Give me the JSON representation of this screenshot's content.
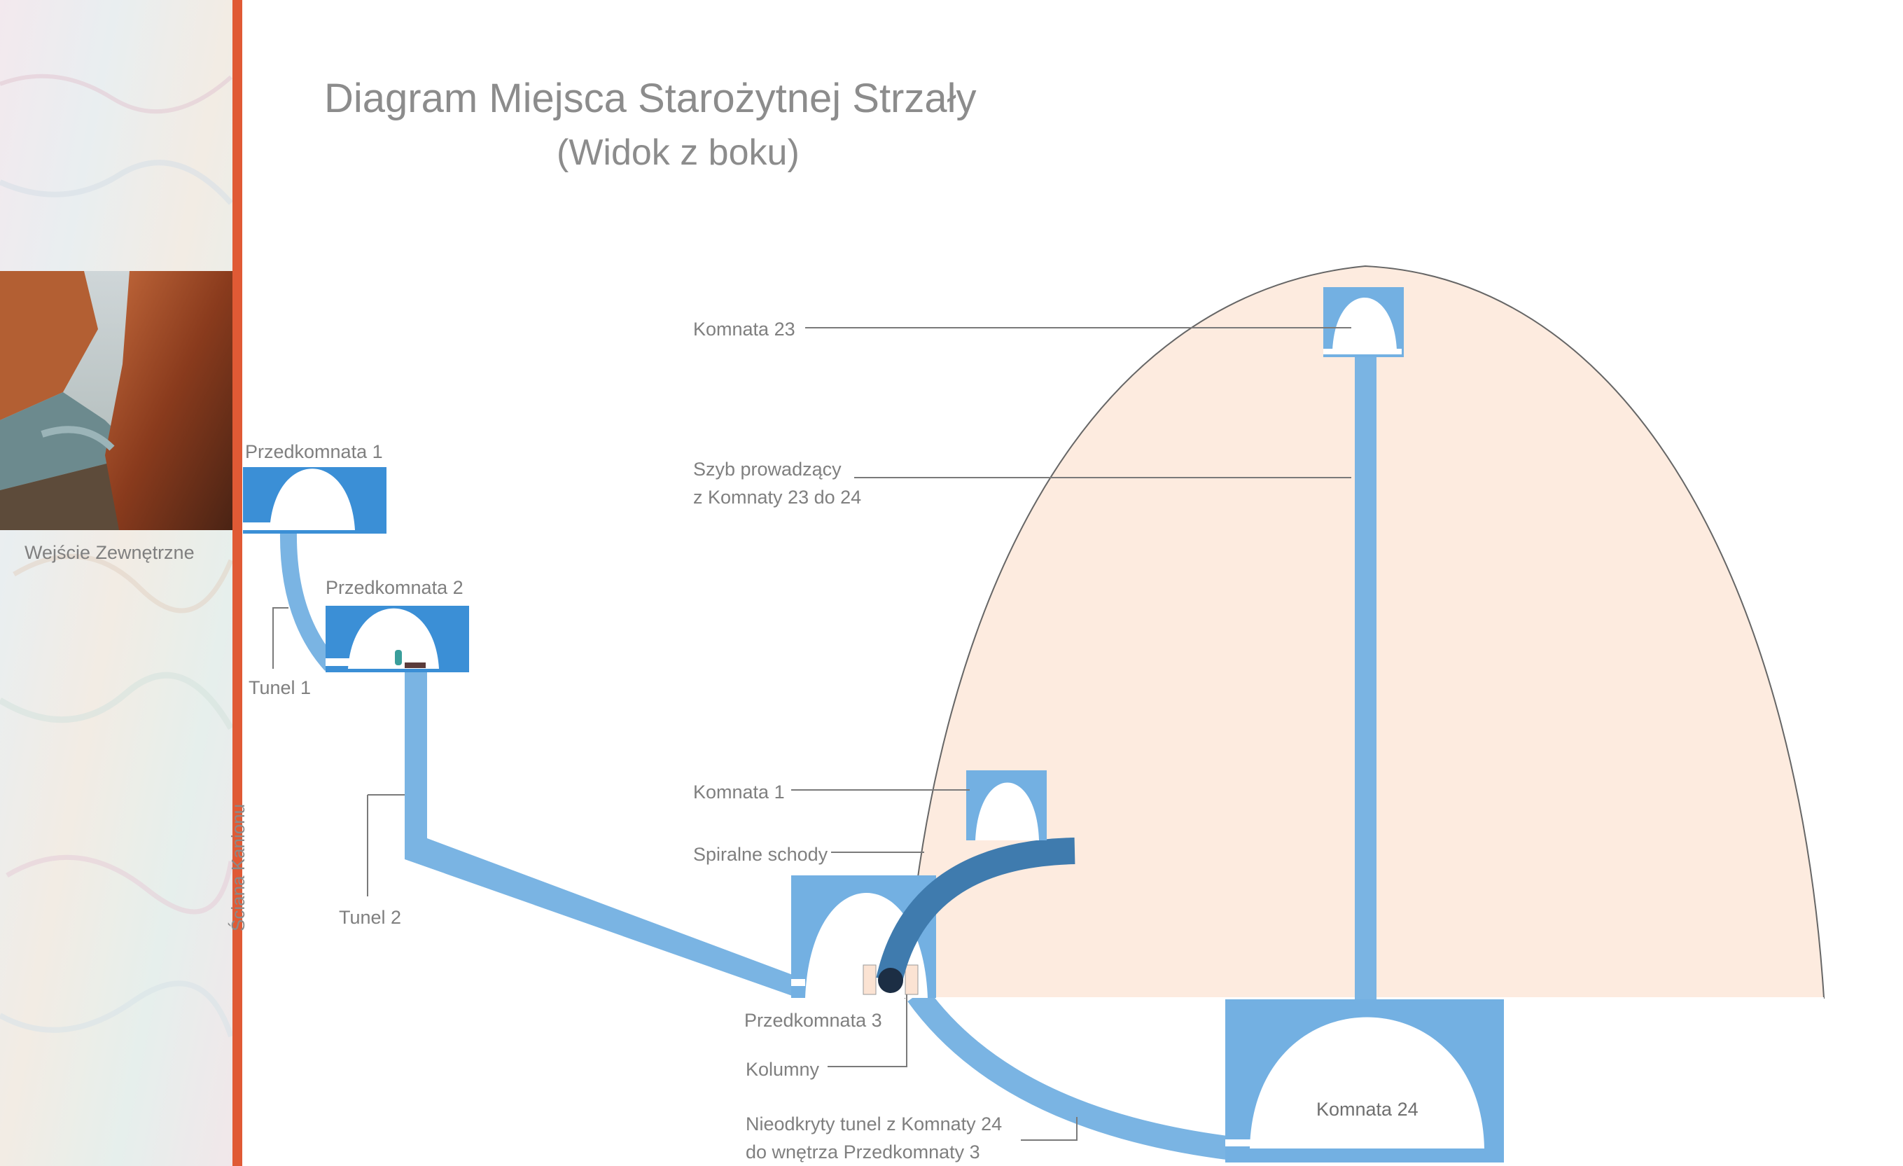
{
  "title": "Diagram Miejsca Starożytnej Strzały",
  "subtitle": "(Widok z boku)",
  "labels": {
    "entrance": "Wejście Zewnętrzne",
    "canyon_wall": "Ściana Kanionu",
    "antechamber1": "Przedkomnata 1",
    "antechamber2": "Przedkomnata 2",
    "antechamber3": "Przedkomnata 3",
    "tunnel1": "Tunel 1",
    "tunnel2": "Tunel 2",
    "chamber1": "Komnata 1",
    "spiral_stairs": "Spiralne schody",
    "chamber23": "Komnata 23",
    "shaft": "Szyb prowadzący\nz Komnaty 23 do 24",
    "columns": "Kolumny",
    "undiscovered_tunnel": "Nieodkryty tunel z Komnaty 24\ndo wnętrza Przedkomnaty 3",
    "chamber24": "Komnata 24"
  },
  "colors": {
    "chamber_dark": "#3b8fd6",
    "chamber_light": "#73b0e2",
    "tunnel": "#7ab4e3",
    "stairs": "#3f7bae",
    "mountain": "#fdebdf",
    "canyon_line": "#e05a35",
    "leader": "#7a7a7a"
  }
}
